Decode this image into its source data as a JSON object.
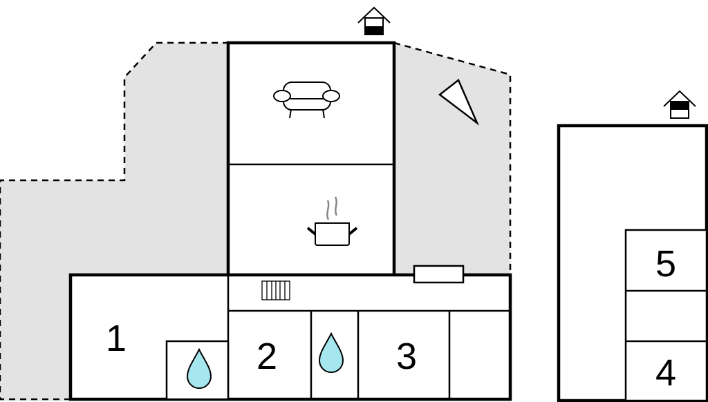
{
  "rooms": {
    "bedroom_1": "1",
    "bedroom_2": "2",
    "bedroom_3": "3",
    "bedroom_4": "4",
    "bedroom_5": "5"
  },
  "icons": [
    "entrance-icon",
    "sofa-icon",
    "cooking-pot-icon",
    "radiator-icon",
    "window-icon",
    "water-drop-icon",
    "terrace-triangle-icon"
  ],
  "colors": {
    "terrace": "#e3e3e3",
    "wall": "#000000",
    "water": "#a6e6ee",
    "steam": "#888888"
  }
}
